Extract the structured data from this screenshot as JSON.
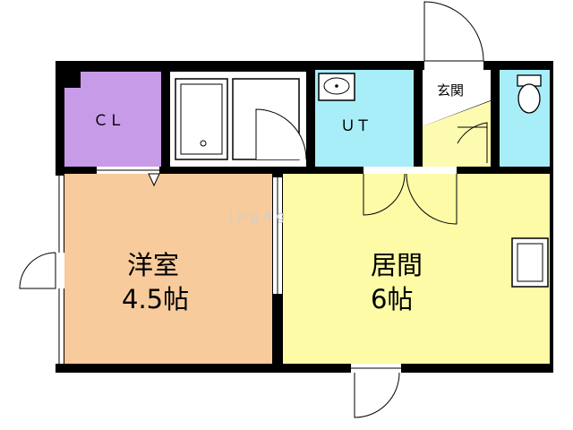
{
  "rooms": {
    "closet": {
      "label": "ＣＬ"
    },
    "utility": {
      "label": "ＵＴ"
    },
    "entrance": {
      "label": "玄関"
    },
    "western_room": {
      "name": "洋室",
      "size": "4.5帖"
    },
    "living_room": {
      "name": "居間",
      "size": "6帖"
    }
  },
  "watermark": "jpg4g",
  "colors": {
    "wall": "#000000",
    "closet": "#c89be8",
    "utility": "#a8eef8",
    "toilet": "#a8eef8",
    "entrance": "#fdfbb0",
    "western_room": "#f7cb9b",
    "living_room": "#fdfba6",
    "bath": "#ffffff"
  }
}
